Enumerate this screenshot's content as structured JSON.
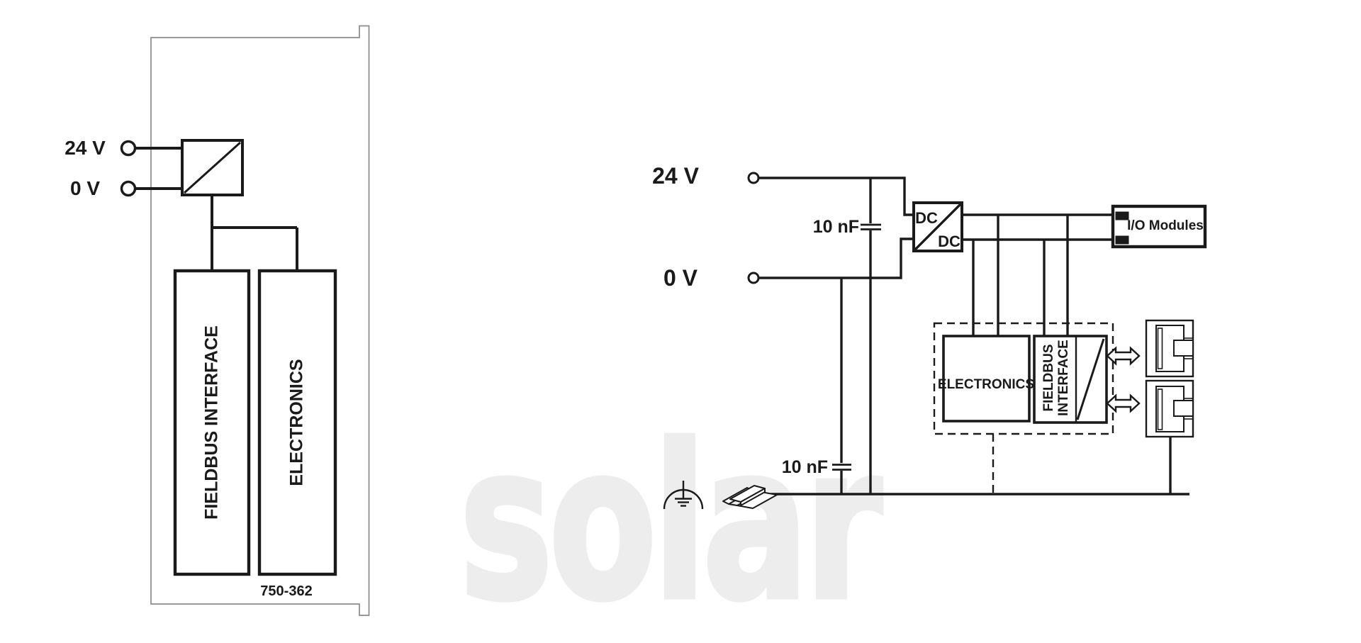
{
  "colors": {
    "line": "#1a1a1a",
    "contour": "#8a8a8a",
    "watermark": "#ededed"
  },
  "watermark": {
    "text": "solar"
  },
  "left_module": {
    "terminal_24v": "24 V",
    "terminal_0v": "0 V",
    "block_fieldbus": "FIELDBUS INTERFACE",
    "block_electronics": "ELECTRONICS",
    "model_number": "750-362"
  },
  "right_schematic": {
    "terminal_24v": "24 V",
    "terminal_0v": "0 V",
    "capacitor_top": "10 nF",
    "capacitor_bottom": "10 nF",
    "dcdc_label_top": "DC",
    "dcdc_label_bottom": "DC",
    "io_modules_label": "I/O Modules",
    "electronics_label": "ELECTRONICS",
    "fieldbus_label_line1": "FIELDBUS",
    "fieldbus_label_line2": "INTERFACE"
  }
}
